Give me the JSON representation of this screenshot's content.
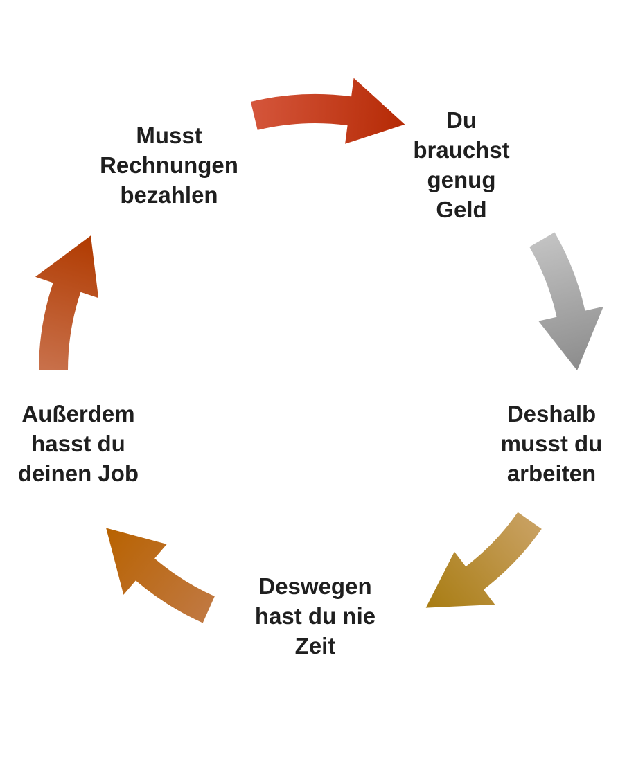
{
  "nodes": [
    {
      "id": "rechnungen",
      "lines": [
        "Musst",
        "Rechnungen",
        "bezahlen"
      ]
    },
    {
      "id": "geld",
      "lines": [
        "Du",
        "brauchst",
        "genug",
        "Geld"
      ]
    },
    {
      "id": "arbeiten",
      "lines": [
        "Deshalb",
        "musst du",
        "arbeiten"
      ]
    },
    {
      "id": "zeit",
      "lines": [
        "Deswegen",
        "hast du nie",
        "Zeit"
      ]
    },
    {
      "id": "job",
      "lines": [
        "Außerdem",
        "hasst du",
        "deinen Job"
      ]
    }
  ],
  "arrows": [
    {
      "from": "rechnungen",
      "to": "geld",
      "colors": [
        "#d4553a",
        "#b52a05"
      ]
    },
    {
      "from": "geld",
      "to": "arbeiten",
      "colors": [
        "#c2c2c2",
        "#8c8c8c"
      ]
    },
    {
      "from": "arbeiten",
      "to": "zeit",
      "colors": [
        "#c8a060",
        "#a87c12"
      ]
    },
    {
      "from": "zeit",
      "to": "job",
      "colors": [
        "#c07840",
        "#b86200"
      ]
    },
    {
      "from": "job",
      "to": "rechnungen",
      "colors": [
        "#c8704a",
        "#b03a00"
      ]
    }
  ]
}
